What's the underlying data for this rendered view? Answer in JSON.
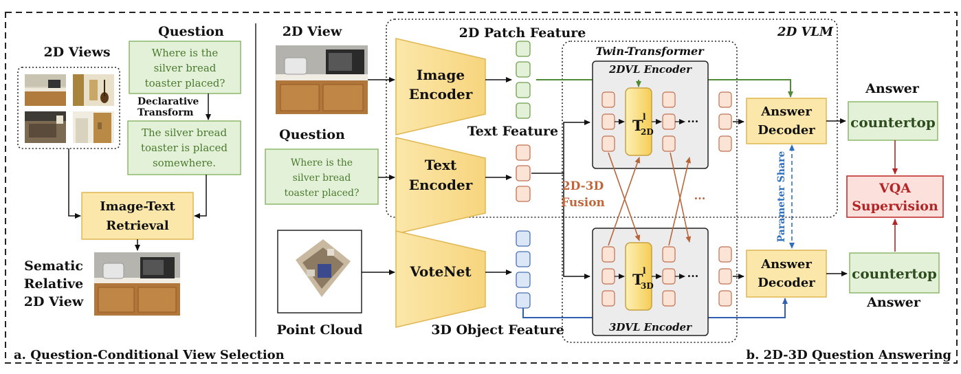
{
  "panel_a": {
    "caption": "a. Question-Conditional View Selection",
    "views_title": "2D Views",
    "question_title": "Question",
    "question_text": [
      "Where is the",
      "silver bread",
      "toaster placed?"
    ],
    "transform_label": [
      "Declarative",
      "Transform"
    ],
    "declarative_text": [
      "The silver bread",
      "toaster is placed",
      "somewhere."
    ],
    "retrieval_label": [
      "Image-Text",
      "Retrieval"
    ],
    "output_label": [
      "Sematic",
      "Relative",
      "2D View"
    ]
  },
  "panel_b": {
    "caption": "b. 2D-3D Question Answering",
    "view_title": "2D View",
    "question_title": "Question",
    "question_text": [
      "Where is the",
      "silver bread",
      "toaster placed?"
    ],
    "point_cloud_title": "Point Cloud",
    "image_encoder": [
      "Image",
      "Encoder"
    ],
    "text_encoder": [
      "Text",
      "Encoder"
    ],
    "votenet": "VoteNet",
    "patch_feature": "2D Patch Feature",
    "text_feature": "Text Feature",
    "object_feature": "3D Object Feature",
    "vlm_label": "2D VLM",
    "twin_label": "Twin-Transformer",
    "enc2d_label": "2DVL Encoder",
    "enc3d_label": "3DVL Encoder",
    "t2d": "T",
    "t2d_sup": "l",
    "t2d_sub": "2D",
    "t3d": "T",
    "t3d_sup": "l",
    "t3d_sub": "3D",
    "dots": "···",
    "fusion_label": [
      "2D-3D",
      "Fusion"
    ],
    "param_share": "Parameter Share",
    "decoder": [
      "Answer",
      "Decoder"
    ],
    "answer_top_title": "Answer",
    "answer_top": "countertop",
    "answer_bottom_title": "Answer",
    "answer_bottom": "countertop",
    "vqa": [
      "VQA",
      "Supervision"
    ]
  },
  "colors": {
    "green_fill": "#e4f1d9",
    "green_stroke": "#8cb86a",
    "yellow_fill": "#fbe7a9",
    "yellow_stroke": "#e0b650",
    "token_fill": "#fbe3d6",
    "token_stroke": "#c07050",
    "blue_token_fill": "#dbe6f7",
    "blue_token_stroke": "#4a6fb0",
    "encoder_box_fill": "#ececec",
    "vqa_fill": "#fbe0dc",
    "vqa_stroke": "#c03030"
  }
}
